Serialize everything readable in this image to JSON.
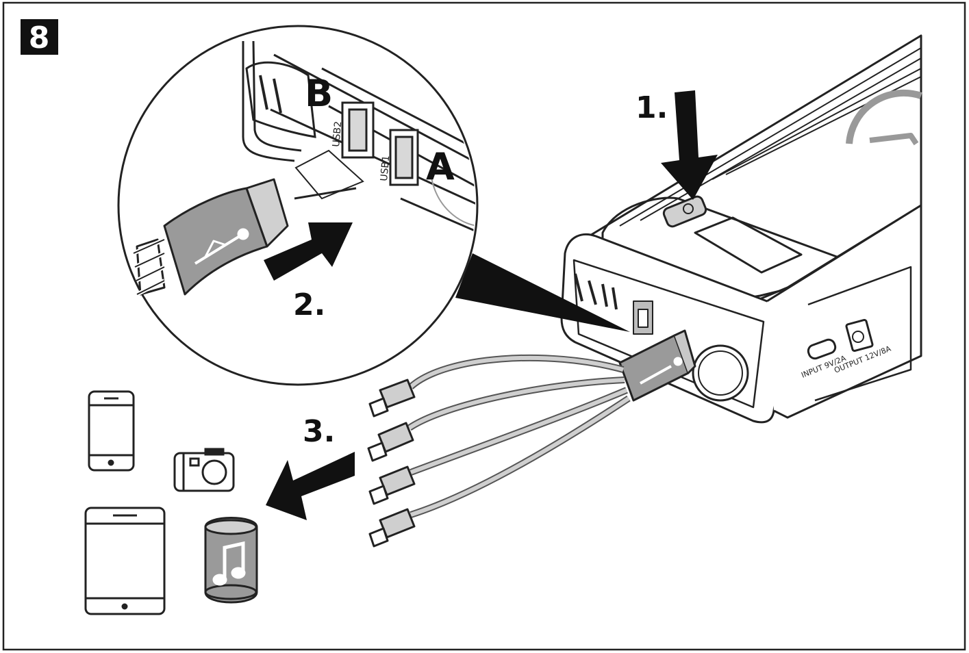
{
  "figure": {
    "number": "8",
    "colors": {
      "ink": "#111111",
      "fill_gray": "#9a9a9a",
      "light_gray": "#c8c8c8",
      "paper": "#ffffff"
    }
  },
  "steps": {
    "step1": "1.",
    "step2": "2.",
    "step3": "3."
  },
  "ports": {
    "port_a": "A",
    "port_b": "B",
    "usb_label_a": "USB1",
    "usb_label_b": "USB2",
    "input_spec": "INPUT 9V/2A",
    "output_spec": "OUTPUT 12V/8A"
  },
  "devices": [
    "smartphone-icon",
    "camera-icon",
    "tablet-icon",
    "music-player-icon"
  ]
}
